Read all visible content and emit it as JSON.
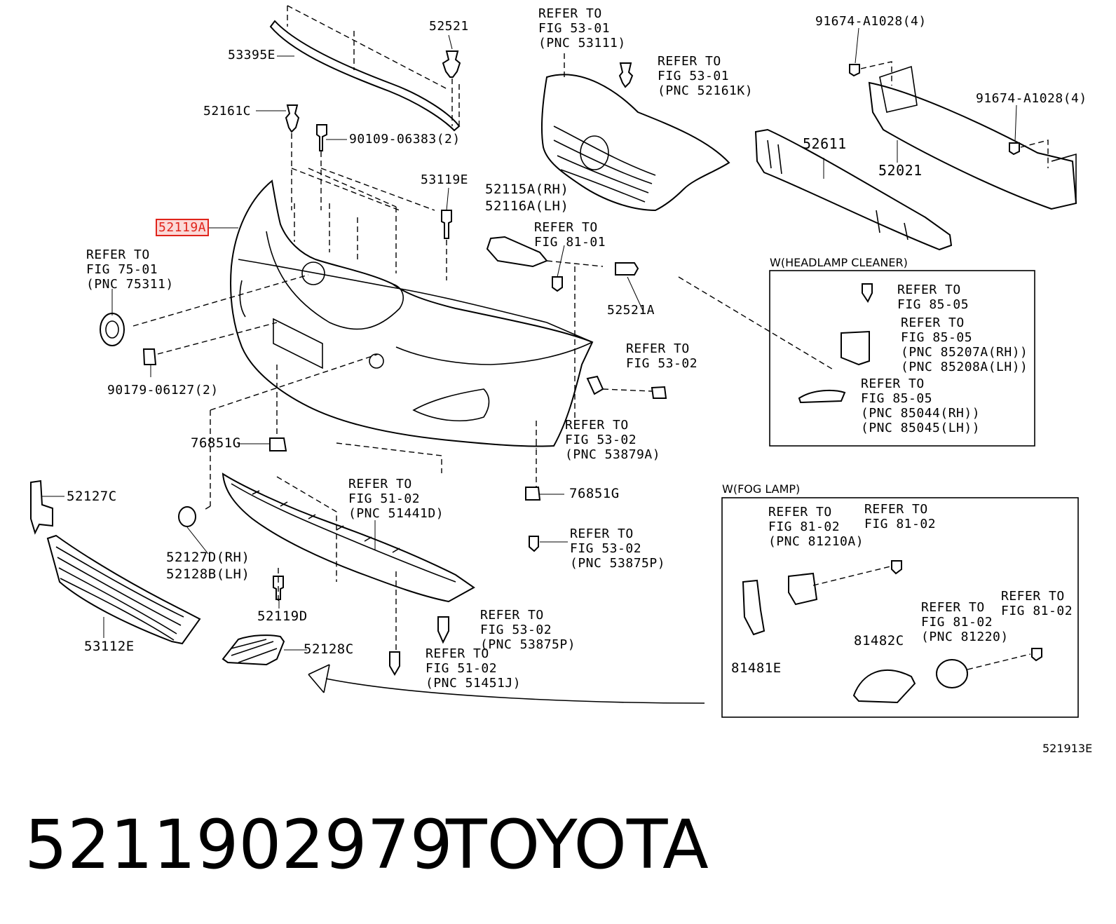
{
  "callouts": {
    "p53395E": "53395E",
    "p52521": "52521",
    "p52161C": "52161C",
    "p90109": "90109-06383(2)",
    "p53119E": "53119E",
    "p52119A": "52119A",
    "ref_75_01": "REFER TO\nFIG 75-01\n(PNC 75311)",
    "p90179": "90179-06127(2)",
    "ref_53_01_a": "REFER TO\nFIG 53-01\n(PNC 53111)",
    "ref_53_01_b": "REFER TO\nFIG 53-01\n(PNC 52161K)",
    "p52115A": "52115A(RH)\n52116A(LH)",
    "ref_81_01": "REFER TO\nFIG 81-01",
    "p52521A": "52521A",
    "p91674_a": "91674-A1028(4)",
    "p91674_b": "91674-A1028(4)",
    "p52611": "52611",
    "p52021": "52021",
    "ref_53_02_a": "REFER TO\nFIG 53-02",
    "ref_53_02_b": "REFER TO\nFIG 53-02\n(PNC 53879A)",
    "p76851G_a": "76851G",
    "p76851G_b": "76851G",
    "p52127C": "52127C",
    "ref_51_02_a": "REFER TO\nFIG 51-02\n(PNC 51441D)",
    "ref_53_02_c": "REFER TO\nFIG 53-02\n(PNC 53875P)",
    "p52127D": "52127D(RH)\n52128B(LH)",
    "p52119D": "52119D",
    "ref_53_02_d": "REFER TO\nFIG 53-02\n(PNC 53875P)",
    "p53112E": "53112E",
    "p52128C": "52128C",
    "ref_51_02_b": "REFER TO\nFIG 51-02\n(PNC 51451J)"
  },
  "headlamp_box": {
    "title": "W(HEADLAMP CLEANER)",
    "ref1": "REFER TO\nFIG 85-05",
    "ref2": "REFER TO\nFIG 85-05\n(PNC 85207A(RH))\n(PNC 85208A(LH))",
    "ref3": "REFER TO\nFIG 85-05\n(PNC 85044(RH))\n(PNC 85045(LH))"
  },
  "fog_box": {
    "title": "W(FOG LAMP)",
    "ref1": "REFER TO\nFIG 81-02\n(PNC 81210A)",
    "ref2": "REFER TO\nFIG 81-02",
    "ref3": "REFER TO\nFIG 81-02\n(PNC 81220)",
    "ref4": "REFER TO\nFIG 81-02",
    "p81482C": "81482C",
    "p81481E": "81481E"
  },
  "figure_code": "521913E",
  "footer": {
    "part_number": "5211902979",
    "brand": "TOYOTA"
  },
  "highlight_color": "#e0241b"
}
